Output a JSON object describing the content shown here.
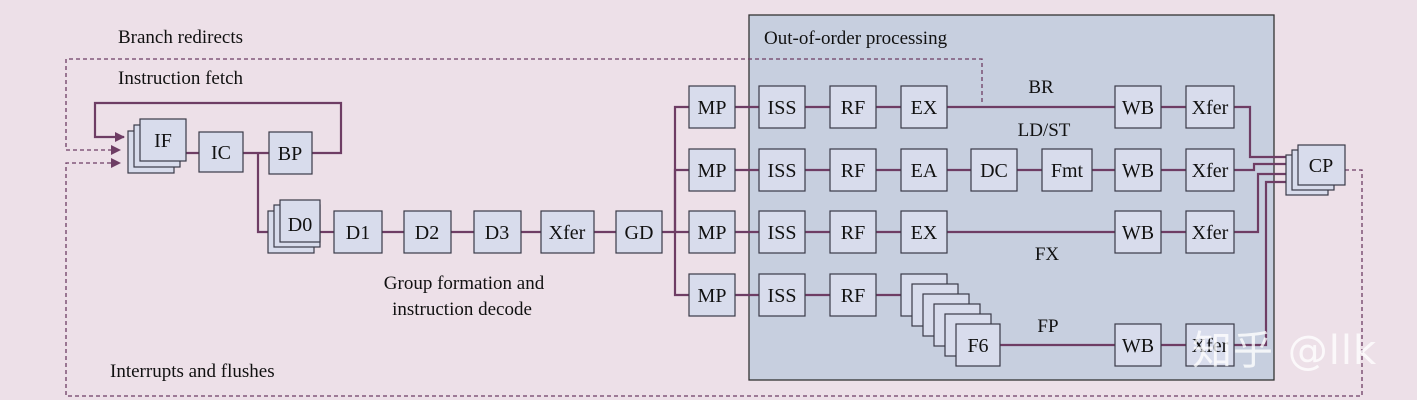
{
  "labels": {
    "branch_redirects": "Branch redirects",
    "instruction_fetch": "Instruction fetch",
    "ooo": "Out-of-order processing",
    "group_line1": "Group formation and",
    "group_line2": "instruction decode",
    "interrupts": "Interrupts and flushes",
    "br": "BR",
    "ldst": "LD/ST",
    "fx": "FX",
    "fp": "FP"
  },
  "stages": {
    "if": "IF",
    "ic": "IC",
    "bp": "BP",
    "d0": "D0",
    "d1": "D1",
    "d2": "D2",
    "d3": "D3",
    "xfer": "Xfer",
    "gd": "GD",
    "mp": "MP",
    "iss": "ISS",
    "rf": "RF",
    "ex": "EX",
    "ea": "EA",
    "dc": "DC",
    "fmt": "Fmt",
    "wb": "WB",
    "f6": "F6",
    "cp": "CP"
  },
  "watermark": "知乎 @llk",
  "colors": {
    "background": "#ede0e8",
    "box_fill": "#d8dcec",
    "wire": "#6e3d64",
    "ooo_panel": "#c7cfdf"
  }
}
